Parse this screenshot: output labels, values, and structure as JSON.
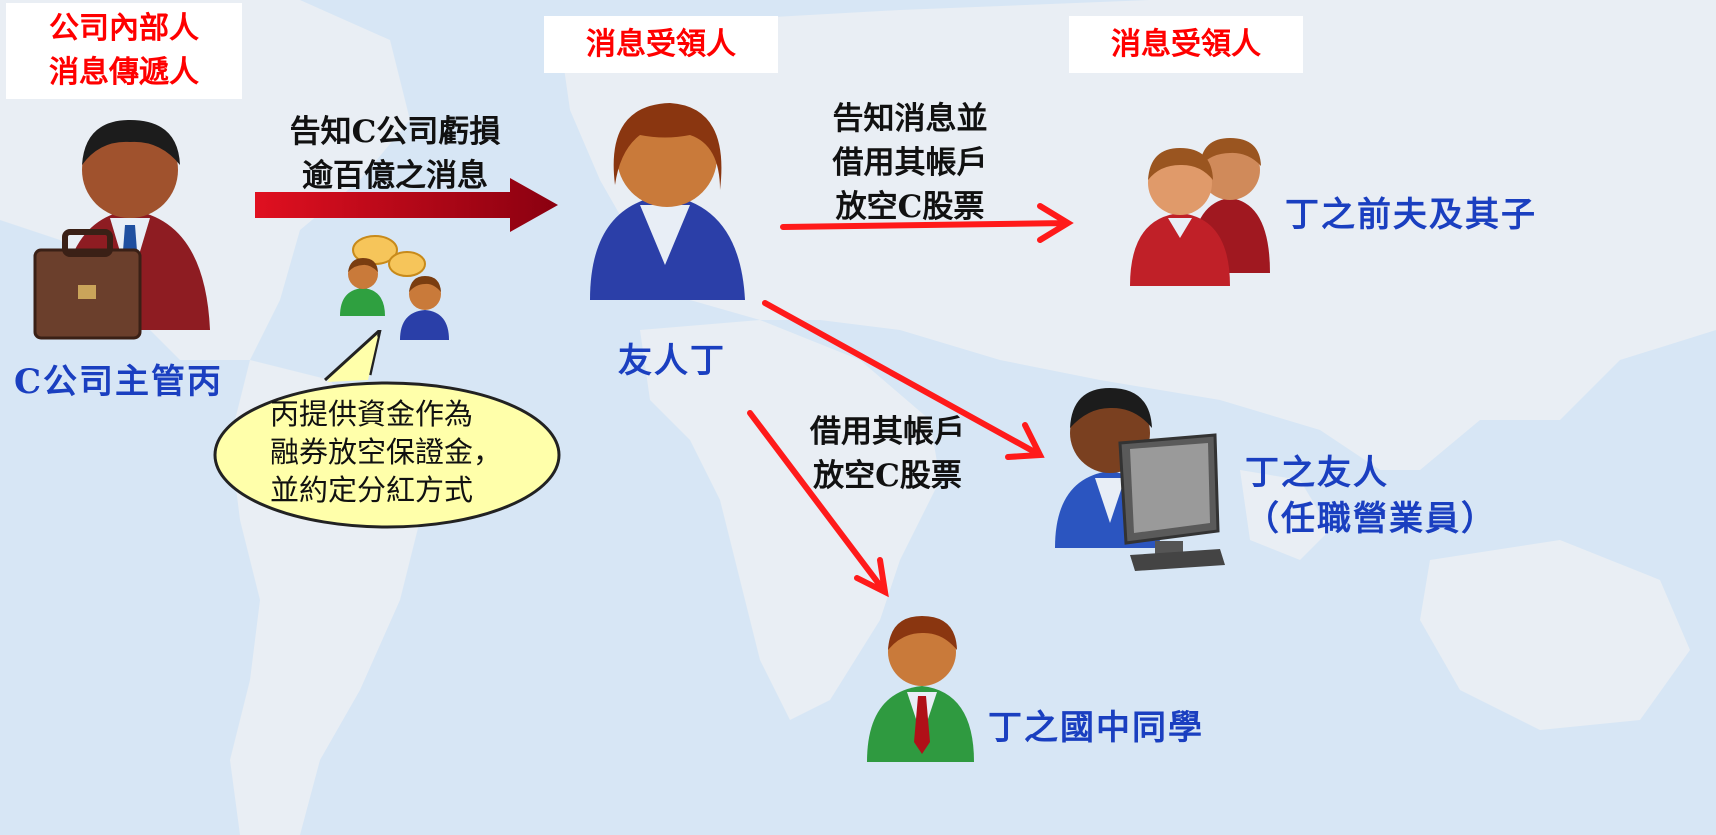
{
  "colors": {
    "background": "#d7e6f5",
    "continent": "#e9eef4",
    "label_red": "#ff0000",
    "label_blue": "#1a3fc0",
    "arrow_red": "#ff1a1a",
    "arrow_darkred": "#a00010",
    "bubble_fill": "#ffffaa"
  },
  "header_boxes": {
    "insider": [
      "公司內部人",
      "消息傳遞人"
    ],
    "recipient_1": "消息受領人",
    "recipient_2": "消息受領人"
  },
  "people": {
    "manager": "C公司主管丙",
    "friend": "友人丁",
    "ex_husband_son": "丁之前夫及其子",
    "broker_friend": [
      "丁之友人",
      "（任職營業員）"
    ],
    "classmate": "丁之國中同學"
  },
  "arrow_labels": {
    "tip": [
      "告知C公司虧損",
      "逾百億之消息"
    ],
    "tell_and_borrow": [
      "告知消息並",
      "借用其帳戶",
      "放空C股票"
    ],
    "borrow": [
      "借用其帳戶",
      "放空C股票"
    ]
  },
  "bubble": [
    "丙提供資金作為",
    "融券放空保證金，",
    "並約定分紅方式"
  ],
  "icons": {
    "manager": "businessman-briefcase-icon",
    "friend": "woman-avatar-icon",
    "pair": "two-users-icon",
    "broker": "user-computer-icon",
    "classmate": "man-avatar-icon",
    "chat": "chatting-users-icon"
  }
}
